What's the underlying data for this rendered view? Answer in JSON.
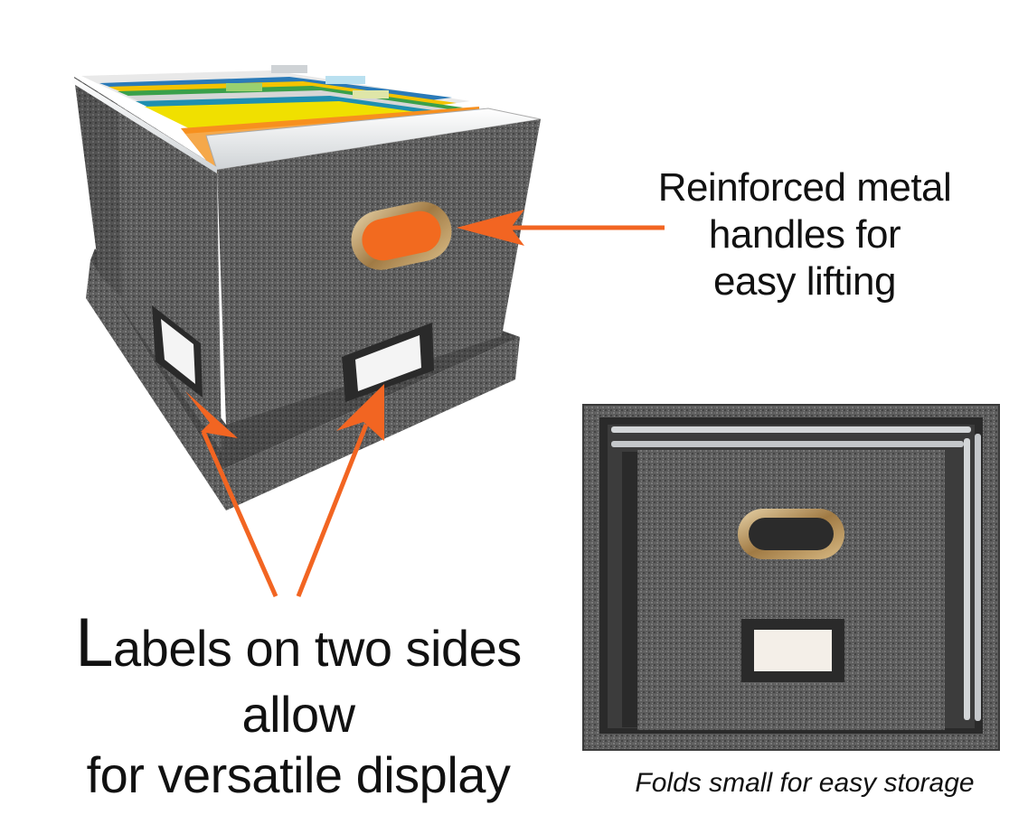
{
  "annotations": {
    "handles": {
      "lines": [
        "Reinforced metal",
        "handles for",
        "easy lifting"
      ]
    },
    "labels": {
      "first_letter": "L",
      "line1_rest": "abels on two sides allow",
      "line2": "for versatile display"
    }
  },
  "caption": "Folds small for easy storage",
  "colors": {
    "arrow": "#f26522",
    "fabric": "#5b5b5b",
    "fabric_dark": "#3e3e3e",
    "handle_metal": "#b08a58",
    "folder_orange": "#f7901e"
  },
  "icons": [
    "arrow-handles",
    "arrow-label-side",
    "arrow-label-front"
  ]
}
